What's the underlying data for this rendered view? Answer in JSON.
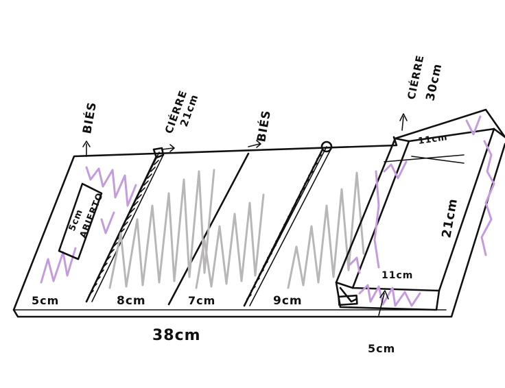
{
  "diagram": {
    "labels": {
      "bies_1": "BIÉS",
      "cierre_1": "CIÉRRE",
      "cierre_1_size": "21cm",
      "bies_2": "BIÉS",
      "cierre_2": "CIÉRRE",
      "cierre_2_size": "30cm",
      "tag_line_1": "5cm",
      "tag_line_2": "ABIERTO",
      "pocket_1": "5cm",
      "pocket_2": "8cm",
      "pocket_3": "7cm",
      "pocket_4": "9cm",
      "total_width": "38cm",
      "box_top": "11cm",
      "box_side": "21cm",
      "box_bottom": "11cm",
      "box_depth": "5cm"
    },
    "colors": {
      "ink": "#111111",
      "grey_hatch": "#b8b6b6",
      "purple_hatch": "#c59be0"
    }
  }
}
